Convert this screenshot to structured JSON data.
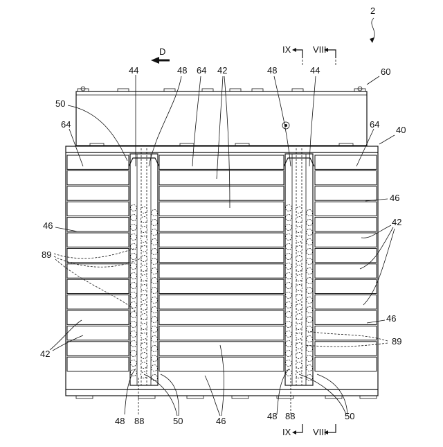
{
  "figure": {
    "ref_number": "2",
    "direction_label": "D",
    "section_mark_top_left": "IX",
    "section_mark_top_right": "VIII",
    "section_mark_bottom_left": "IX",
    "section_mark_bottom_right": "VIII"
  },
  "labels": {
    "l44a": "44",
    "l48a": "48",
    "l64a": "64",
    "l42a": "42",
    "l48b": "48",
    "l44b": "44",
    "l60": "60",
    "l50a": "50",
    "l64b": "64",
    "l64c": "64",
    "l40": "40",
    "l46a": "46",
    "l46b": "46",
    "l42b": "42",
    "l89a": "89",
    "l46c": "46",
    "l89b": "89",
    "l42c": "42",
    "l48c": "48",
    "l88a": "88",
    "l50b": "50",
    "l46d": "46",
    "l48d": "48",
    "l88b": "88",
    "l50c": "50"
  }
}
